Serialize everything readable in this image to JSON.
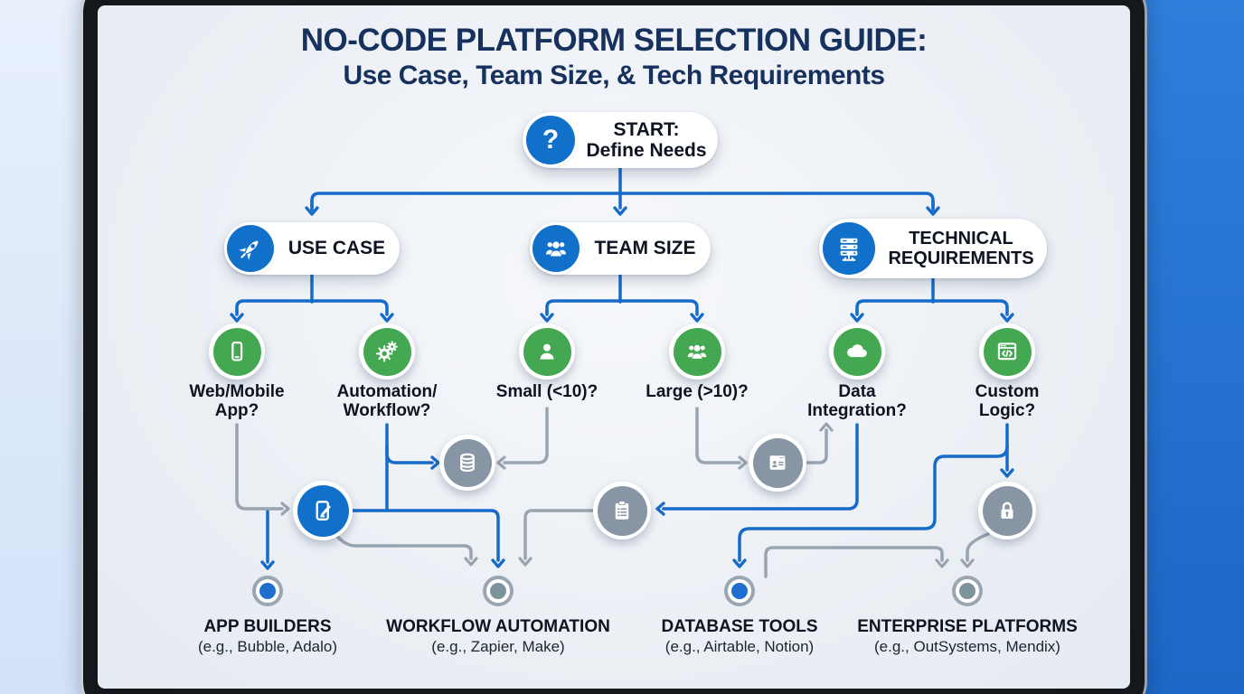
{
  "title": {
    "line1": "NO-CODE PLATFORM SELECTION GUIDE:",
    "line2": "Use Case, Team Size, & Tech Requirements"
  },
  "start": {
    "line1": "START:",
    "line2": "Define Needs",
    "icon": "question-icon"
  },
  "branches": [
    {
      "id": "use-case",
      "line1": "USE CASE",
      "line2": "",
      "icon": "rocket-icon"
    },
    {
      "id": "team-size",
      "line1": "TEAM SIZE",
      "line2": "",
      "icon": "team-icon"
    },
    {
      "id": "tech-requirements",
      "line1": "TECHNICAL",
      "line2": "REQUIREMENTS",
      "icon": "server-icon"
    }
  ],
  "questions": [
    {
      "id": "web-mobile-app",
      "line1": "Web/Mobile",
      "line2": "App?",
      "icon": "mobile-icon"
    },
    {
      "id": "automation-workflow",
      "line1": "Automation/",
      "line2": "Workflow?",
      "icon": "gears-icon"
    },
    {
      "id": "small-team",
      "line1": "Small (<10)?",
      "line2": "",
      "icon": "person-icon"
    },
    {
      "id": "large-team",
      "line1": "Large (>10)?",
      "line2": "",
      "icon": "group-icon"
    },
    {
      "id": "data-integration",
      "line1": "Data",
      "line2": "Integration?",
      "icon": "cloud-icon"
    },
    {
      "id": "custom-logic",
      "line1": "Custom",
      "line2": "Logic?",
      "icon": "code-window-icon"
    }
  ],
  "mid_nodes": [
    {
      "id": "app-edit",
      "icon": "app-edit-icon",
      "color": "blue"
    },
    {
      "id": "database",
      "icon": "database-icon",
      "color": "gray"
    },
    {
      "id": "checklist",
      "icon": "clipboard-icon",
      "color": "gray"
    },
    {
      "id": "profile-card",
      "icon": "id-card-icon",
      "color": "gray"
    },
    {
      "id": "security",
      "icon": "lock-icon",
      "color": "gray"
    }
  ],
  "results": [
    {
      "id": "app-builders",
      "label": "APP BUILDERS",
      "examples": "(e.g., Bubble, Adalo)",
      "dot_color": "blue"
    },
    {
      "id": "workflow-automation",
      "label": "WORKFLOW AUTOMATION",
      "examples": "(e.g., Zapier, Make)",
      "dot_color": "gray"
    },
    {
      "id": "database-tools",
      "label": "DATABASE TOOLS",
      "examples": "(e.g., Airtable, Notion)",
      "dot_color": "blue"
    },
    {
      "id": "enterprise-platforms",
      "label": "ENTERPRISE PLATFORMS",
      "examples": "(e.g., OutSystems, Mendix)",
      "dot_color": "gray"
    }
  ],
  "colors": {
    "edge_blue": "#166bc8",
    "edge_gray": "#98a4b0",
    "node_blue": "#1170c9",
    "node_green": "#44a751",
    "node_gray": "#8795a4",
    "title_navy": "#16315d",
    "screen_bg": "#edf1f6",
    "frame_right_blue": "#2273d4",
    "frame_left_light": "#dde9fb"
  }
}
